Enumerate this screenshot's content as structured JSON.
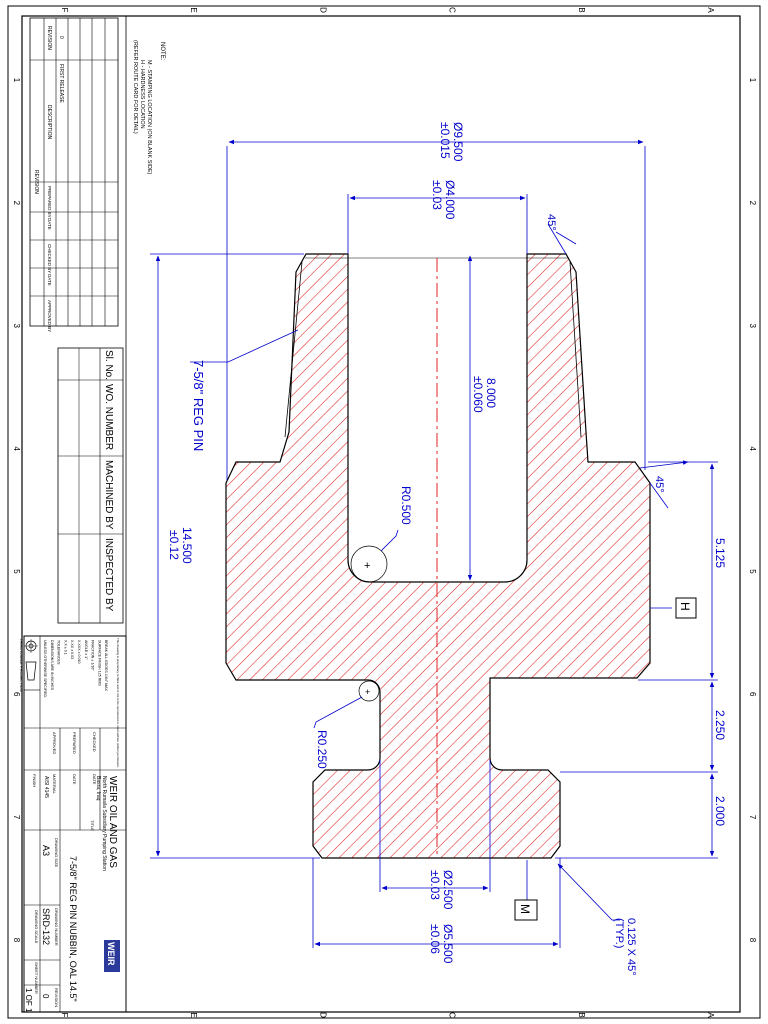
{
  "zones": {
    "top": [
      "F",
      "E",
      "D",
      "C",
      "B",
      "A"
    ],
    "side": [
      "1",
      "2",
      "3",
      "4",
      "5",
      "6",
      "7",
      "8"
    ]
  },
  "notes": {
    "heading": "NOTE:",
    "lines": [
      "M - STAMPING LOCATION (ON BLANK SIDE)",
      "H - HARDNESS LOCATION",
      "(REFER ROUTE CARD FOR DETAIL)"
    ]
  },
  "revision": {
    "title": "REVISION",
    "headers": [
      "REVISION",
      "DESCRIPTION",
      "PREPARED BY",
      "DATE",
      "CHECKED BY",
      "DATE",
      "APPROVED BY",
      "DATE"
    ],
    "row": [
      "0",
      "FIRST RELEASE",
      "",
      "",
      "",
      "",
      "",
      ""
    ]
  },
  "inspection": {
    "headers": [
      "Sl. No.",
      "WO. NUMBER",
      "MACHINED BY",
      "INSPECTED BY"
    ]
  },
  "dimensions": {
    "d_outer": "Ø9.500",
    "d_outer_tol": "±0.015",
    "d_bore": "Ø4.000",
    "d_bore_tol": "±0.03",
    "chamfer_top": "45°",
    "thread": "7-5/8\" REG PIN",
    "bore_depth": "8.000",
    "bore_depth_tol": "±0.060",
    "radius_bore": "R0.500",
    "chamfer_shoulder": "45°",
    "total_length": "14.500",
    "total_length_tol": "±0.12",
    "len_body": "5.125",
    "hardness_marker": "H",
    "radius_neck": "R0.250",
    "len_neck": "2.250",
    "len_bottom": "2.000",
    "d_neck": "Ø2.500",
    "d_neck_tol": "±0.03",
    "d_bottom": "Ø5.500",
    "d_bottom_tol": "±0.06",
    "stamp_marker": "M",
    "chamfer_bottom": "0.125 X 45°",
    "chamfer_bottom_note": "(TYP.)"
  },
  "title_block": {
    "company": "WEIR OIL AND GAS",
    "company_sub": "North Rumaila Subsidiary Pumping Station",
    "location": "Basra, Iraq",
    "title_label": "TITLE",
    "title": "7-5/8\" REG PIN NUBBIN, OAL 14.5\"",
    "logo": "WEIR",
    "drawing_number_label": "DRAWING NUMBER",
    "drawing_number": "SRD-132",
    "drawing_size_label": "DRAWING SIZE",
    "drawing_size": "A3",
    "drawing_scale_label": "DRAWING SCALE",
    "revision_label": "REVISION",
    "revision": "0",
    "sheet_label": "SHEET NUMBER",
    "sheet": "1 OF 1",
    "projection": "THIRD ANGLE PROJECTION",
    "material_label": "MATERIAL",
    "material": "AISI 4145",
    "finish_label": "FINISH",
    "prepared_label": "PREPARED",
    "checked_label": "CHECKED",
    "approved_label": "APPROVED",
    "date_label": "DATE",
    "tolerance_lines": [
      "UNLESS OTHERWISE SPECIFIED:",
      "DIMENSIONS ARE IN INCHES",
      "TOLERANCES:",
      "X.X ± 0.1",
      "X.XX ± 0.03",
      "X.XXX ± 0.010",
      "ANGLE ± 1°",
      "FRACTION ± 1/16\"",
      "SURFACE FINISH 125 RMS",
      "BREAK ALL EDGES 1/64\" MAX"
    ],
    "disclaimer": "This drawing is proprietary to Weir and is not to be reproduced or used without written permission."
  }
}
